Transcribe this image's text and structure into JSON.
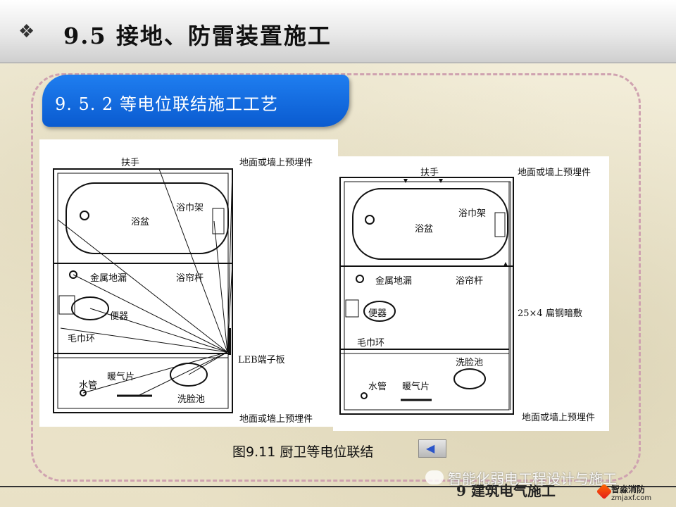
{
  "header": {
    "bullet": "❖",
    "title": "9.5 接地、防雷装置施工"
  },
  "subtitle": "9. 5. 2  等电位联结施工工艺",
  "diagram_left": {
    "armrest": "扶手",
    "embed_top": "地面或墙上预埋件",
    "towel_rack": "浴巾架",
    "bathtub": "浴盆",
    "floor_drain": "金属地漏",
    "curtain_rod": "浴帘杆",
    "toilet": "便器",
    "towel_ring": "毛巾环",
    "terminal": "LEB端子板",
    "water_pipe": "水管",
    "radiator": "暖气片",
    "basin": "洗脸池",
    "embed_bottom": "地面或墙上预埋件"
  },
  "diagram_right": {
    "armrest": "扶手",
    "embed_top": "地面或墙上预埋件",
    "towel_rack": "浴巾架",
    "bathtub": "浴盆",
    "floor_drain": "金属地漏",
    "curtain_rod": "浴帘杆",
    "toilet": "便器",
    "steel": "25×4 扁钢暗敷",
    "towel_ring": "毛巾环",
    "basin": "洗脸池",
    "water_pipe": "水管",
    "radiator": "暖气片",
    "embed_bottom": "地面或墙上预埋件"
  },
  "caption": "图9.11  厨卫等电位联结",
  "back_icon": "◀",
  "footer": "9 建筑电气施工",
  "watermark": {
    "text": "智能化弱电工程设计与施工",
    "brand": "智淼消防",
    "url": "zmjaxf.com"
  }
}
